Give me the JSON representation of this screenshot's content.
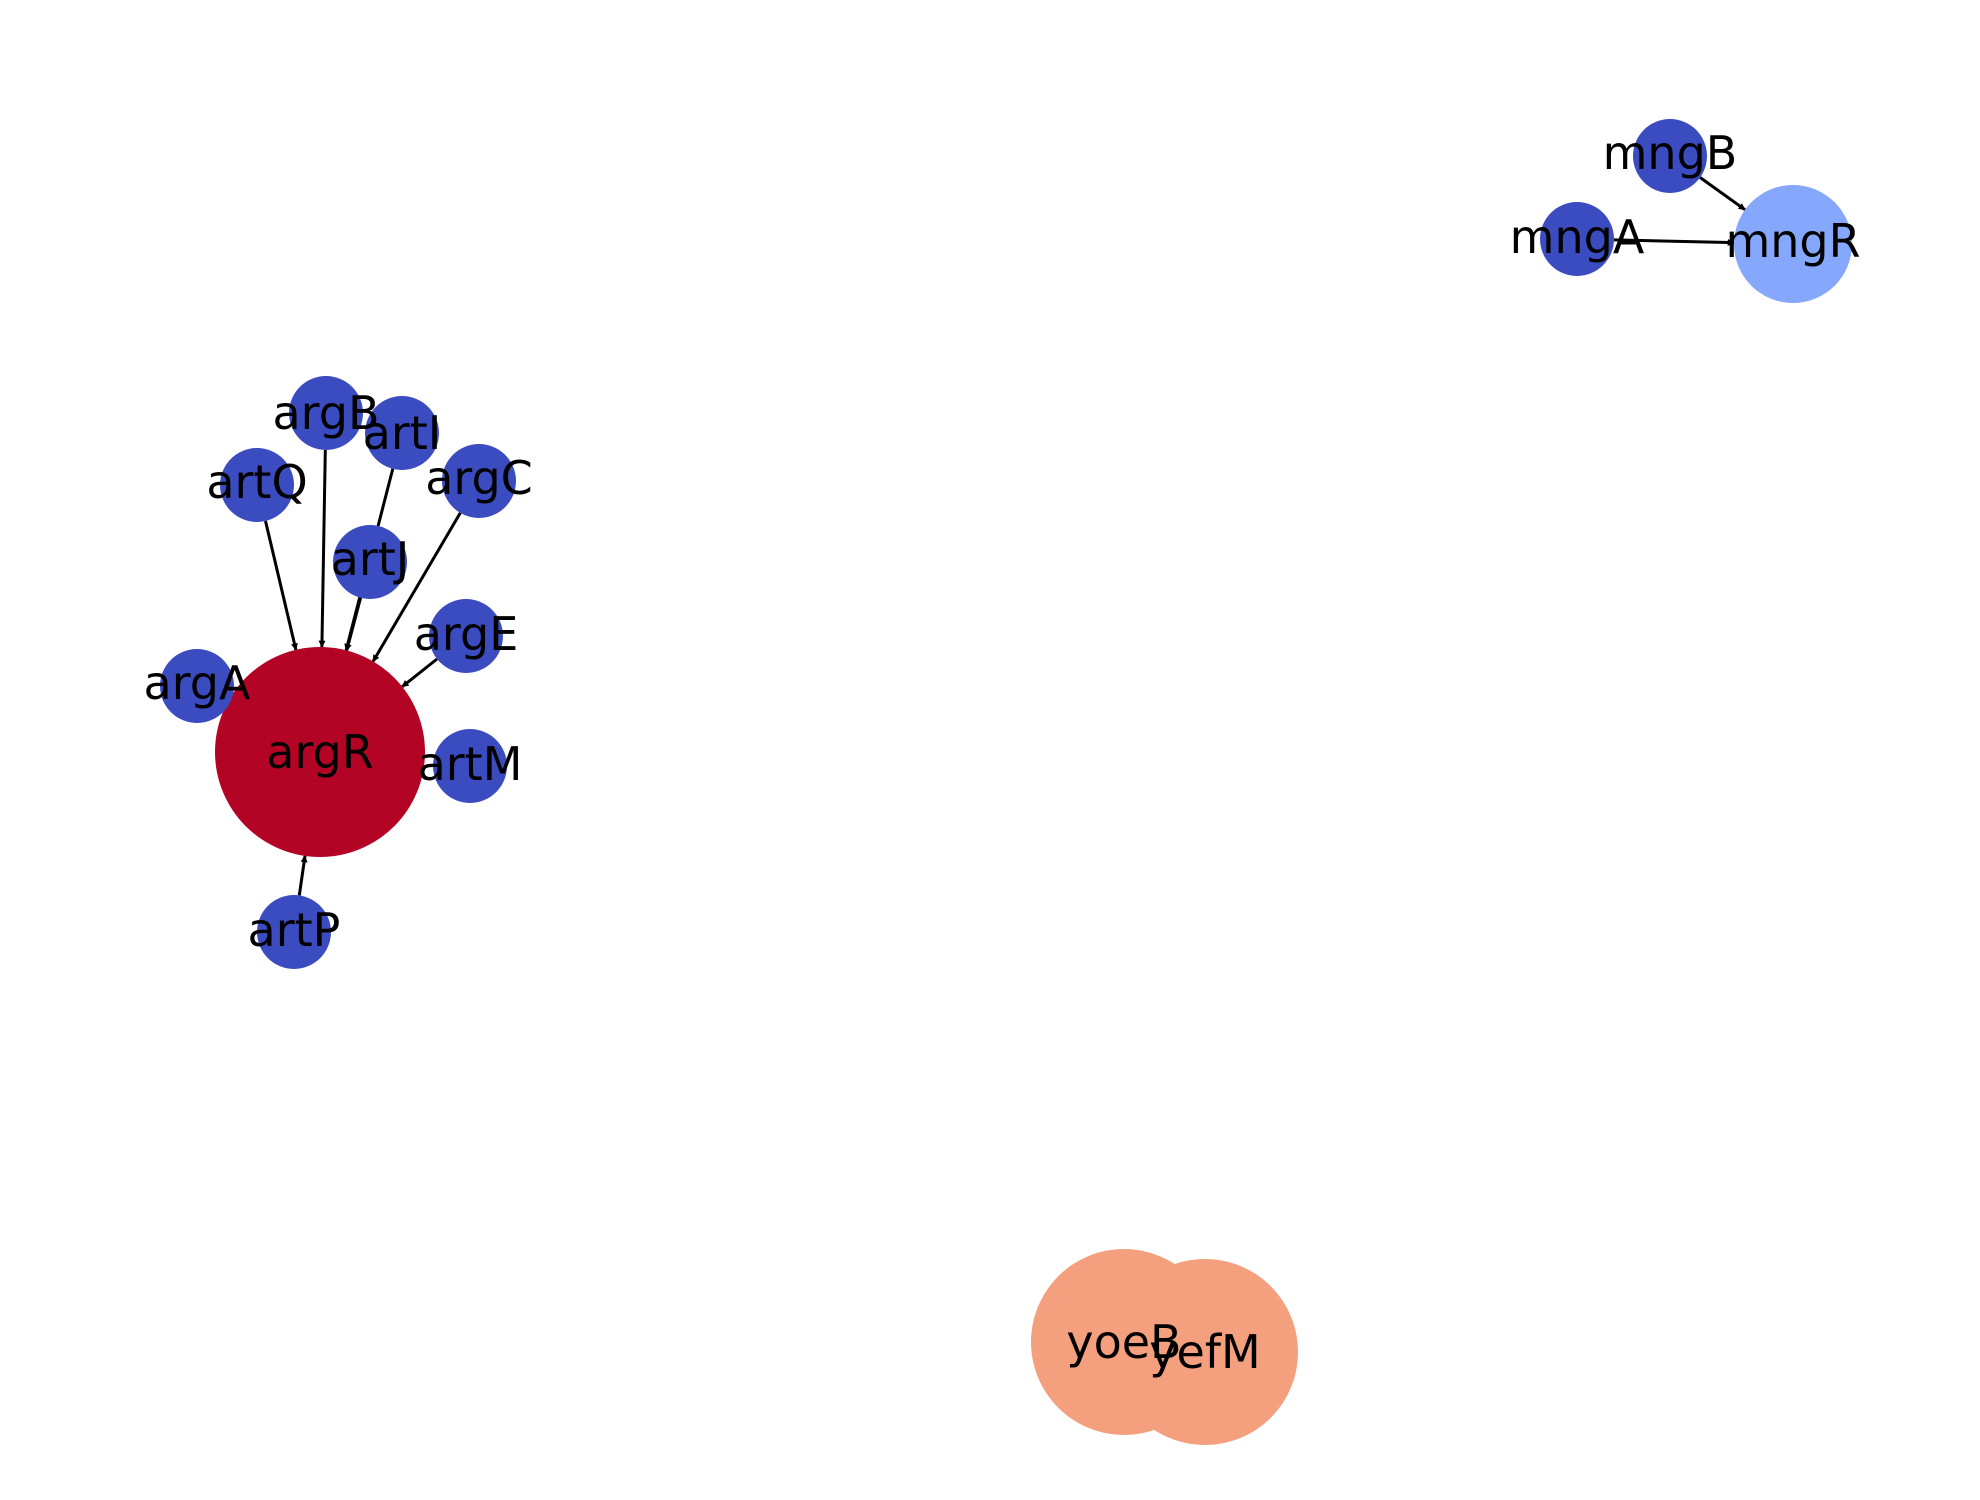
{
  "graph": {
    "colors": {
      "hub_high": "#b40426",
      "hub_mid": "#f4a07e",
      "hub_low": "#85a8fc",
      "leaf": "#3b4cc0",
      "edge": "#000000",
      "label": "#000000"
    },
    "nodes": [
      {
        "id": "argR",
        "label": "argR",
        "color_key": "hub_high"
      },
      {
        "id": "argA",
        "label": "argA",
        "color_key": "leaf"
      },
      {
        "id": "argB",
        "label": "argB",
        "color_key": "leaf"
      },
      {
        "id": "argC",
        "label": "argC",
        "color_key": "leaf"
      },
      {
        "id": "argE",
        "label": "argE",
        "color_key": "leaf"
      },
      {
        "id": "artQ",
        "label": "artQ",
        "color_key": "leaf"
      },
      {
        "id": "artI",
        "label": "artI",
        "color_key": "leaf"
      },
      {
        "id": "artJ",
        "label": "artJ",
        "color_key": "leaf"
      },
      {
        "id": "artM",
        "label": "artM",
        "color_key": "leaf"
      },
      {
        "id": "artP",
        "label": "artP",
        "color_key": "leaf"
      },
      {
        "id": "mngR",
        "label": "mngR",
        "color_key": "hub_low"
      },
      {
        "id": "mngA",
        "label": "mngA",
        "color_key": "leaf"
      },
      {
        "id": "mngB",
        "label": "mngB",
        "color_key": "leaf"
      },
      {
        "id": "yoeB",
        "label": "yoeB",
        "color_key": "hub_mid"
      },
      {
        "id": "yefM",
        "label": "yefM",
        "color_key": "hub_mid"
      }
    ],
    "edges": [
      {
        "source": "artQ",
        "target": "argR"
      },
      {
        "source": "argB",
        "target": "argR"
      },
      {
        "source": "artI",
        "target": "argR"
      },
      {
        "source": "artJ",
        "target": "argR"
      },
      {
        "source": "argC",
        "target": "argR"
      },
      {
        "source": "argE",
        "target": "argR"
      },
      {
        "source": "artP",
        "target": "argR"
      },
      {
        "source": "mngB",
        "target": "mngR"
      },
      {
        "source": "mngA",
        "target": "mngR"
      }
    ]
  }
}
